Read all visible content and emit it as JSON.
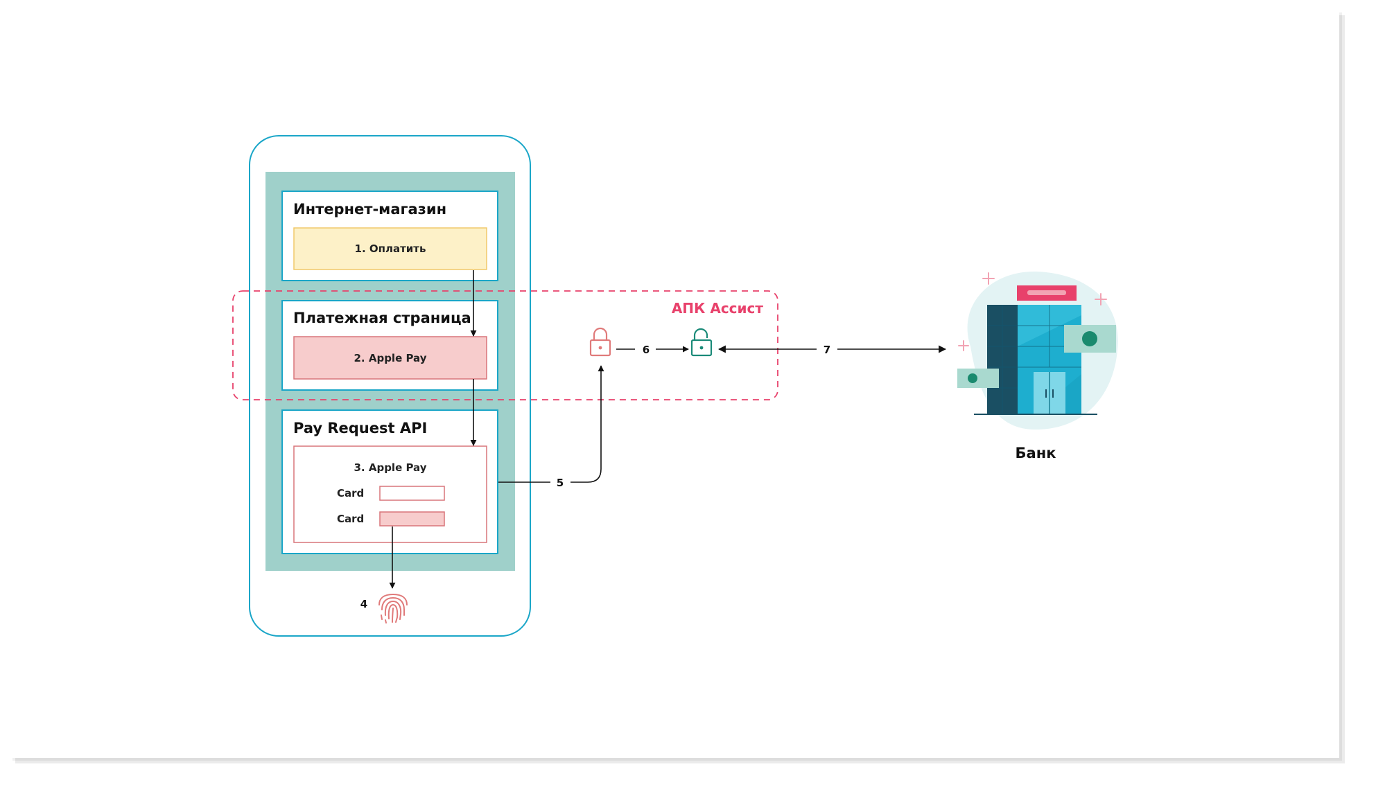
{
  "colors": {
    "phone_border": "#1aa6c8",
    "screen_bg": "#9fd0ca",
    "panel_border": "#1aa6c8",
    "yellow_fill": "#fdf1c8",
    "yellow_border": "#f0c96a",
    "pink_fill": "#f7cccc",
    "pink_border": "#d9757a",
    "assist_red": "#e8416b",
    "lock_locked": "#e07a7a",
    "lock_open": "#1a8a78",
    "arrow": "#111111"
  },
  "phone": {
    "shop": {
      "title": "Интернет-магазин",
      "button": "1. Оплатить"
    },
    "payment_page": {
      "title": "Платежная страница",
      "button": "2. Apple Pay"
    },
    "pay_request": {
      "title": "Pay Request API",
      "form_title": "3. Apple Pay",
      "field1_label": "Card",
      "field2_label": "Card"
    },
    "fingerprint_step": "4",
    "fingerprint_icon": "fingerprint-icon"
  },
  "assist": {
    "label": "АПК Ассист"
  },
  "steps": {
    "s5": "5",
    "s6": "6",
    "s7": "7"
  },
  "locks": {
    "locked_icon": "lock-closed-icon",
    "open_icon": "lock-open-icon"
  },
  "bank": {
    "label": "Банк",
    "icon": "bank-building-icon"
  }
}
